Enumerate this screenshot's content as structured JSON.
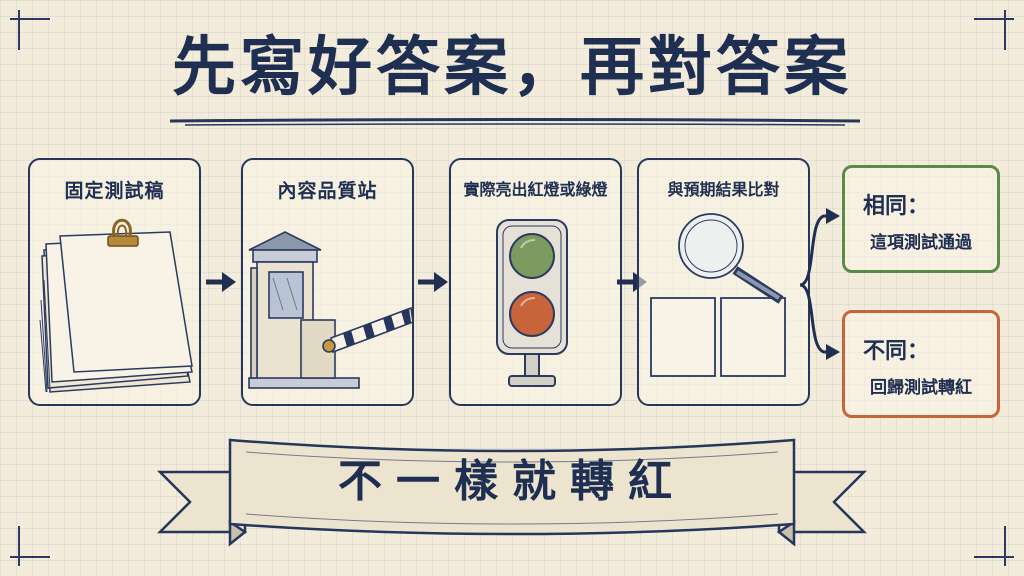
{
  "title": "先寫好答案，再對答案",
  "steps": [
    {
      "label": "固定測試稿",
      "icon": "paper-stack-with-clip-icon"
    },
    {
      "label": "內容品質站",
      "icon": "checkpoint-booth-gate-icon"
    },
    {
      "label": "實際亮出紅燈或綠燈",
      "icon": "traffic-light-icon"
    },
    {
      "label": "與預期結果比對",
      "icon": "magnifier-compare-icon"
    }
  ],
  "outcomes": {
    "same": {
      "head": "相同：",
      "body": "這項測試通過"
    },
    "different": {
      "head": "不同：",
      "body": "回歸測試轉紅"
    }
  },
  "banner": "不一樣就轉紅",
  "colors": {
    "ink": "#1f2f52",
    "paper": "#f4ecda",
    "green_light": "#7d9a60",
    "red_light": "#c8643a",
    "same_border": "#5b8a4a",
    "diff_border": "#c8643a"
  }
}
